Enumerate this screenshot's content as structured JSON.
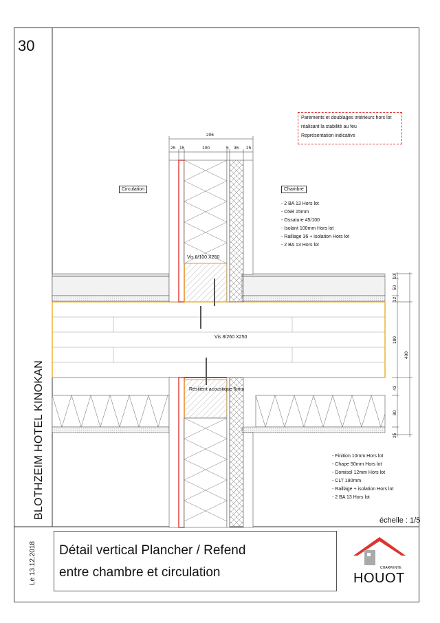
{
  "sheet": {
    "number": "30",
    "project": "BLOTHZEIM HOTEL KINOKAN",
    "date": "Le 13.12.2018",
    "title_line1": "Détail vertical Plancher / Refend",
    "title_line2": "entre chambre et circulation",
    "scale": "échelle : 1/5",
    "logo": {
      "small": "CHARPENTE",
      "big": "HOUOT",
      "color": "#e0332f"
    }
  },
  "warning": {
    "lines": [
      "Parements et doublages intérieurs hors lot",
      "réalisant la stabilité au feu",
      "Représentation indicative"
    ],
    "color": "#e0332f"
  },
  "rooms": {
    "left": "Circulation",
    "right": "Chambre"
  },
  "wall_layers": [
    "- 2 BA 13 Hors lot",
    "- OSB 15mm",
    "- Ossature 45/100",
    "- Isolant 100mm Hors lot",
    "- Raillage 36 + isolation Hors lot",
    "- 2 BA 13 Hors lot"
  ],
  "floor_layers": [
    "- Finition 10mm Hors lot",
    "- Chape 50mm Hors lot",
    "- Domisol 12mm Hors lot",
    "- CLT 180mm",
    "- Raillage + isolation Hors lot",
    "- 2 BA 13 Hors lot"
  ],
  "annotations": {
    "screw_top": "Vis 6/100 X250",
    "screw_main": "Vis 8/260 X250",
    "resilient": "Résilient acoustique 6mm"
  },
  "dimensions": {
    "top_total": "206",
    "top_parts": [
      "25",
      "15",
      "100",
      "5",
      "36",
      "25"
    ],
    "right_parts": [
      "10",
      "50",
      "12",
      "180",
      "43",
      "80",
      "25"
    ],
    "right_total": "400"
  },
  "colors": {
    "clt_outline": "#e8a100",
    "ossature": "#f0c030",
    "fire_board": "#e0332f",
    "line": "#333333"
  }
}
